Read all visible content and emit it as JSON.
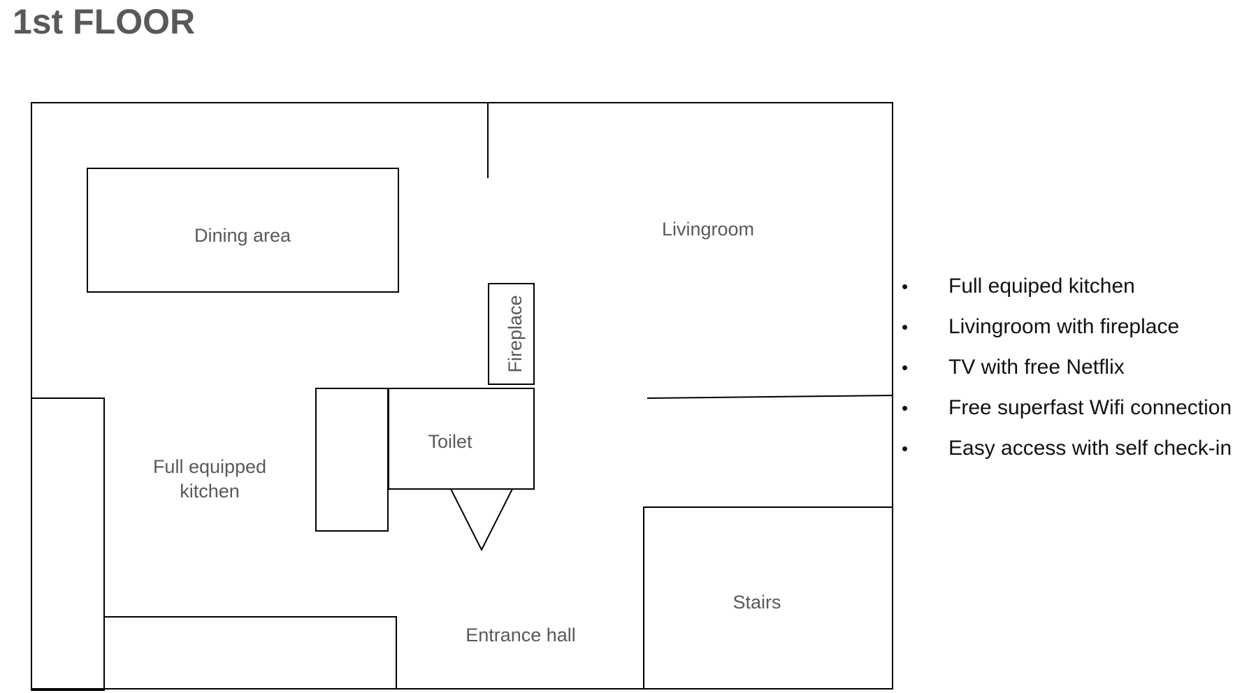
{
  "title": "1st FLOOR",
  "rooms": {
    "dining": "Dining area",
    "living": "Livingroom",
    "fireplace": "Fireplace",
    "toilet": "Toilet",
    "kitchen_line1": "Full equipped",
    "kitchen_line2": "kitchen",
    "stairs": "Stairs",
    "entrance": "Entrance hall"
  },
  "amenities": [
    "Full equiped kitchen",
    "Livingroom with fireplace",
    "TV with free Netflix",
    "Free superfast Wifi connection",
    "Easy access with self check-in"
  ],
  "colors": {
    "title": "#595959",
    "labels": "#595959",
    "lines": "#000000",
    "list_text": "#111111"
  }
}
